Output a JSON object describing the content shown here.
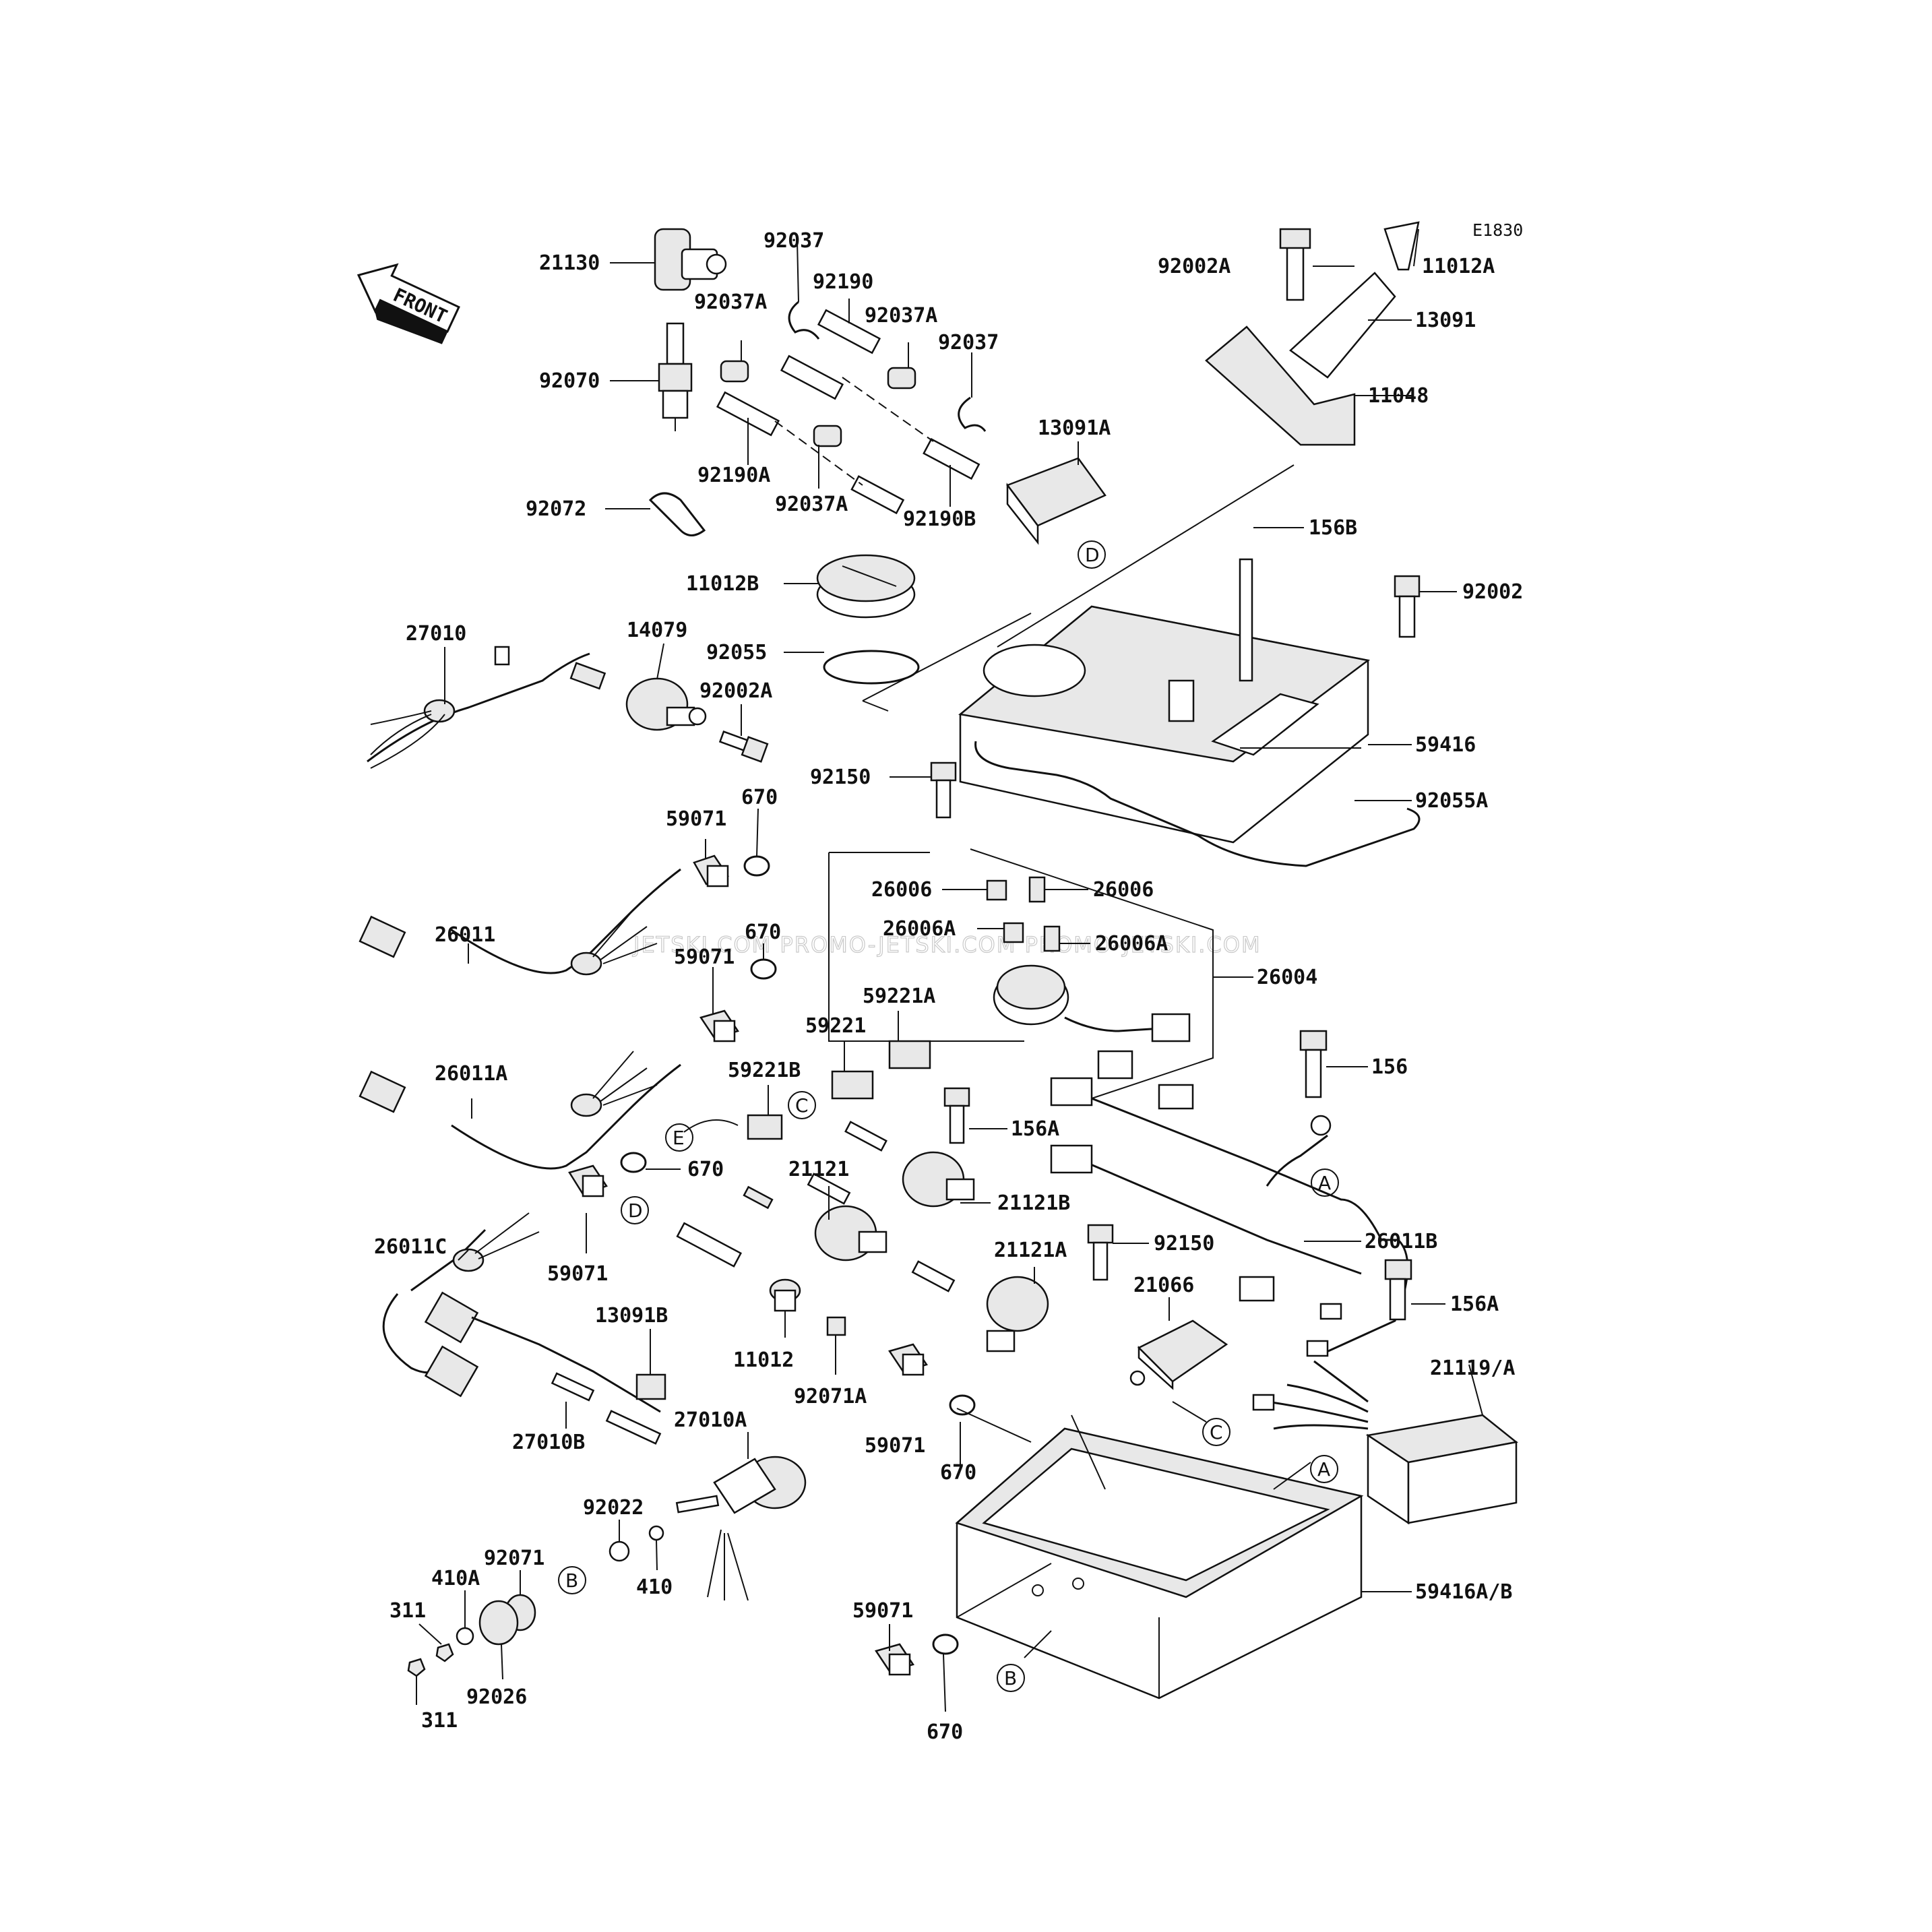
{
  "diagram": {
    "code": "E1830",
    "front_label": "FRONT",
    "watermark": "JETSKI.COM  PROMO-JETSKI.COM  PROMO-JETSKI.COM",
    "reference_markers": [
      "A",
      "B",
      "C",
      "D",
      "E"
    ],
    "part_labels": [
      "21130",
      "92037",
      "92190",
      "92037A",
      "92037A",
      "92037",
      "92070",
      "92190A",
      "92037A",
      "92190B",
      "13091A",
      "92072",
      "11012B",
      "92055",
      "27010",
      "14079",
      "92002A",
      "92150",
      "59071",
      "670",
      "26011",
      "59071",
      "670",
      "59221A",
      "59221",
      "26011A",
      "59221B",
      "670",
      "21121",
      "21121B",
      "21121A",
      "26011C",
      "59071",
      "13091B",
      "11012",
      "92071A",
      "27010B",
      "27010A",
      "92022",
      "92071",
      "410A",
      "311",
      "311",
      "92026",
      "410",
      "59071",
      "670",
      "59071",
      "670",
      "92002A",
      "11012A",
      "13091",
      "11048",
      "156B",
      "92002",
      "59416",
      "92055A",
      "26006",
      "26006",
      "26006A",
      "26006A",
      "26004",
      "156",
      "156A",
      "26011B",
      "92150",
      "21066",
      "156A",
      "21119/A",
      "59416A/B"
    ]
  }
}
